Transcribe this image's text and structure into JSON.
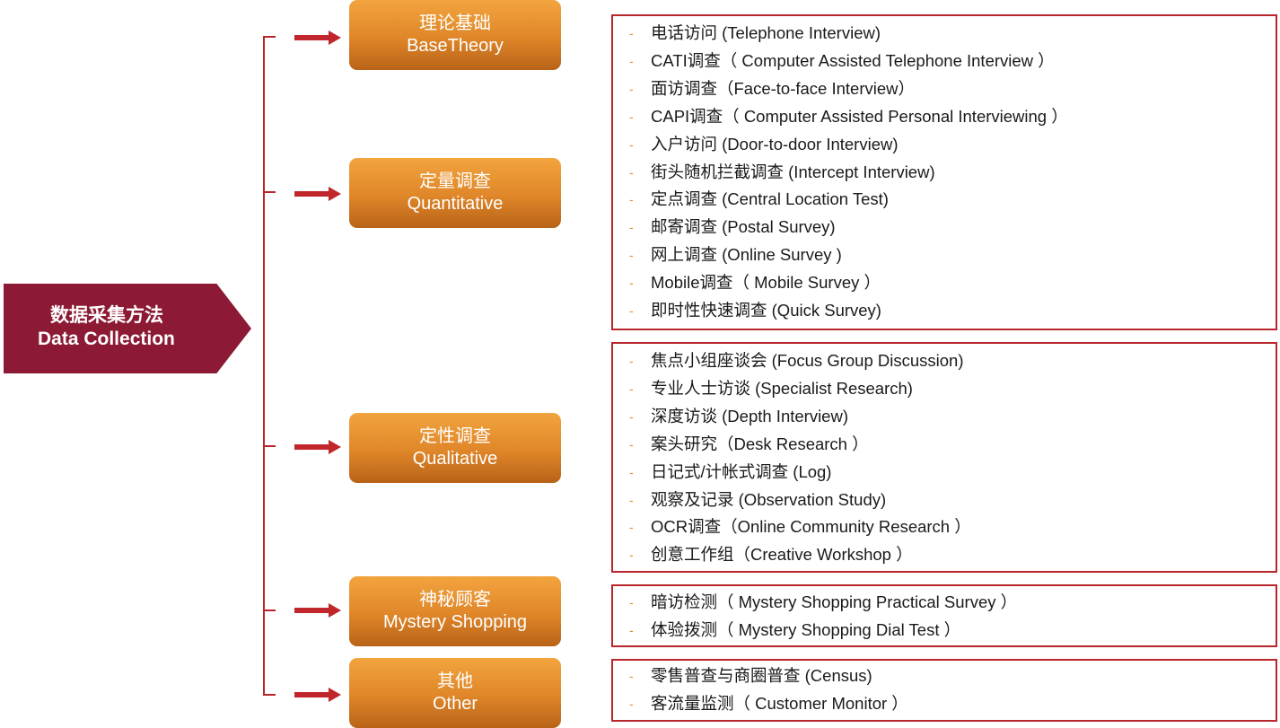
{
  "root": {
    "title_cn": "数据采集方法",
    "title_en": "Data Collection"
  },
  "categories": [
    {
      "cn": "理论基础",
      "en": "BaseTheory"
    },
    {
      "cn": "定量调查",
      "en": "Quantitative"
    },
    {
      "cn": "定性调查",
      "en": "Qualitative"
    },
    {
      "cn": "神秘顾客",
      "en": "Mystery Shopping"
    },
    {
      "cn": "其他",
      "en": "Other"
    }
  ],
  "quantitative_items": [
    "电话访问 (Telephone Interview)",
    "CATI调查（ Computer Assisted Telephone Interview ）",
    "面访调查（Face-to-face Interview）",
    "CAPI调查（ Computer Assisted Personal Interviewing ）",
    "入户访问 (Door-to-door Interview)",
    "街头随机拦截调查 (Intercept Interview)",
    "定点调查 (Central Location Test)",
    "邮寄调查 (Postal Survey)",
    "网上调查 (Online Survey )",
    "Mobile调查（ Mobile Survey ）",
    "即时性快速调查 (Quick Survey)"
  ],
  "qualitative_items": [
    "焦点小组座谈会 (Focus Group Discussion)",
    "专业人士访谈 (Specialist Research)",
    "深度访谈 (Depth Interview)",
    "案头研究（Desk Research ）",
    "日记式/计帐式调查 (Log)",
    "观察及记录 (Observation Study)",
    "OCR调查（Online Community Research ）",
    "创意工作组（Creative Workshop ）"
  ],
  "mystery_items": [
    "暗访检测（ Mystery Shopping Practical Survey ）",
    "体验拨测（ Mystery Shopping Dial Test ）"
  ],
  "other_items": [
    "零售普查与商圈普查 (Census)",
    "客流量监测（ Customer Monitor ）"
  ],
  "bullet": "-",
  "colors": {
    "root": "#8c1a34",
    "category": "#e08a2c",
    "border": "#b8262b",
    "arrow": "#c0262c"
  }
}
